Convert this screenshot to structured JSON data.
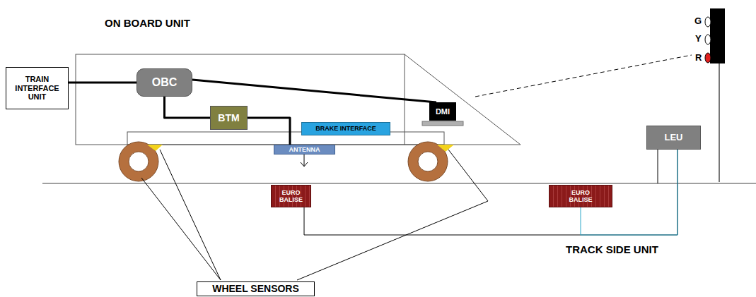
{
  "diagram": {
    "nodes": [
      {
        "text": [
          "TRAIN INTERFACE UNIT"
        ]
      },
      {
        "text": [
          "OBC"
        ]
      },
      {
        "text": [
          "DMI"
        ]
      },
      {
        "text": [
          "BTM"
        ]
      },
      {
        "text": [
          "BRAKE INTERFACE"
        ]
      },
      {
        "text": [
          "LEU"
        ]
      },
      {
        "text": [
          "ANTENNA"
        ]
      },
      {
        "text": [
          "EURO BALISE"
        ]
      },
      {
        "text": [
          "EURO BALISE"
        ]
      },
      {
        "text": [
          "WHEEL SENSORS"
        ]
      }
    ],
    "edges": [
      {
        "from": 0,
        "to": 1,
        "arrow": "none"
      },
      {
        "from": 1,
        "to": 2,
        "arrow": "none"
      },
      {
        "from": 1,
        "to": 3,
        "arrow": "none"
      },
      {
        "from": 3,
        "to": 6,
        "arrow": "none"
      },
      {
        "from": 7,
        "to": 5,
        "arrow": "none"
      },
      {
        "from": 8,
        "to": 5,
        "arrow": "none"
      }
    ],
    "labels": [
      "ON BOARD UNIT",
      "G",
      "Y",
      "R",
      "TRACK SIDE UNIT"
    ]
  }
}
